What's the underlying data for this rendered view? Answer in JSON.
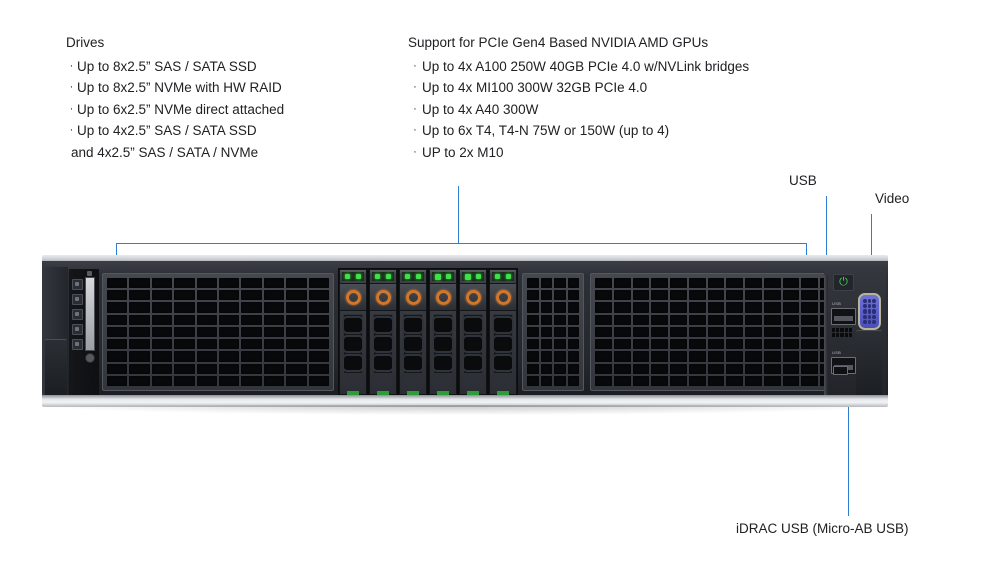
{
  "diagram": {
    "title": "Server front view with component callouts",
    "accent_color": "#2f7fd1",
    "text_color": "#202124"
  },
  "annotations": {
    "drives": {
      "heading": "Drives",
      "bullet": "·",
      "items": [
        "Up to 8x2.5” SAS / SATA SSD",
        "Up to 8x2.5” NVMe with HW RAID",
        "Up to 6x2.5” NVMe direct attached",
        "Up to 4x2.5” SAS / SATA SSD"
      ],
      "continuation": "and 4x2.5” SAS / SATA / NVMe"
    },
    "gpus": {
      "heading": "Support for PCIe Gen4 Based NVIDIA AMD GPUs",
      "bullet": "·",
      "items": [
        "Up to 4x A100 250W 40GB PCIe 4.0 w/NVLink bridges",
        "Up to 4x MI100 300W 32GB PCIe 4.0",
        "Up to 4x A40 300W",
        "Up to 6x T4, T4-N 75W or 150W (up to 4)",
        "UP to 2x M10"
      ]
    },
    "usb": {
      "label": "USB"
    },
    "video": {
      "label": "Video"
    },
    "idrac": {
      "label": "iDRAC USB (Micro-AB USB)"
    }
  },
  "server": {
    "name": "rack-server-front",
    "control_panel": {
      "name": "control-panel",
      "led_count": 4
    },
    "left_grille": {
      "name": "left-ventilation-grille",
      "columns": 10,
      "rows": 9
    },
    "drive_bays": {
      "name": "drive-bay-group",
      "count": 6,
      "latch_color": "#d2762a",
      "led_color": "#3fe04a"
    },
    "center_vent": {
      "name": "center-ventilation-grille",
      "columns": 4,
      "rows": 9
    },
    "right_grille": {
      "name": "right-ventilation-grille",
      "columns": 13,
      "rows": 9
    },
    "io_panel": {
      "name": "front-io-panel",
      "power_button_glyph": "⏻",
      "usb_label": "USB",
      "usb_ports": 2,
      "vga_pins": 15
    }
  }
}
